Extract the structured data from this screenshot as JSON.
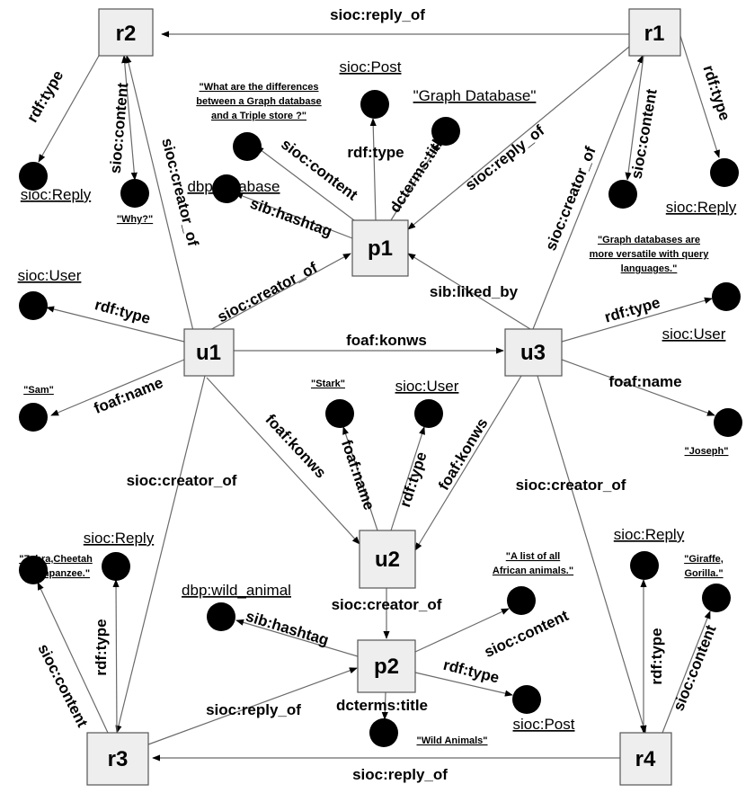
{
  "nodes": {
    "r2": "r2",
    "r1": "r1",
    "p1": "p1",
    "u1": "u1",
    "u3": "u3",
    "u2": "u2",
    "p2": "p2",
    "r3": "r3",
    "r4": "r4"
  },
  "edge_labels": {
    "r1_r2": "sioc:reply_of",
    "r2_type": "rdf:type",
    "r2_content": "sioc:content",
    "u1_r2": "sioc:creator_of",
    "p1_content": "sioc:content",
    "p1_type": "rdf:type",
    "p1_title": "dcterms:title",
    "p1_hashtag": "sib:hashtag",
    "p1_r1": "sioc:reply_of",
    "u3_r1": "sioc:creator_of",
    "r1_content": "sioc:content",
    "r1_type": "rdf:type",
    "u1_p1": "sioc:creator_of",
    "u3_p1": "sib:liked_by",
    "u1_type": "rdf:type",
    "u1_name": "foaf:name",
    "u1_u3": "foaf:konws",
    "u3_type": "rdf:type",
    "u3_name": "foaf:name",
    "u1_u2": "foaf:konws",
    "u2_name": "foaf:name",
    "u2_type": "rdf:type",
    "u3_u2": "foaf:konws",
    "u1_r3": "sioc:creator_of",
    "u3_r4": "sioc:creator_of",
    "u2_p2": "sioc:creator_of",
    "p2_hashtag": "sib:hashtag",
    "p2_content": "sioc:content",
    "p2_type": "rdf:type",
    "p2_title": "dcterms:title",
    "r3_p2": "sioc:reply_of",
    "r4_r3": "sioc:reply_of",
    "r3_content": "sioc:content",
    "r3_type": "rdf:type",
    "r4_type": "rdf:type",
    "r4_content": "sioc:content"
  },
  "resource_labels": {
    "r2_type": "sioc:Reply",
    "p1_type": "sioc:Post",
    "p1_hashtag": "dbp:database",
    "r1_type": "sioc:Reply",
    "u1_type": "sioc:User",
    "u3_type": "sioc:User",
    "u2_type": "sioc:User",
    "r3_type": "sioc:Reply",
    "p2_hashtag": "dbp:wild_animal",
    "r4_type": "sioc:Reply",
    "p2_type": "sioc:Post"
  },
  "literal_labels": {
    "r2_content": "\"Why?\"",
    "p1_content_line1": "\"What are the differences",
    "p1_content_line2": "between a Graph database",
    "p1_content_line3": "and a Triple store ?\"",
    "p1_title": "\"Graph Database\"",
    "r1_content_line1": "\"Graph databases are",
    "r1_content_line2": "more versatile with query",
    "r1_content_line3": "languages.\"",
    "u1_name": "\"Sam\"",
    "u2_name": "\"Stark\"",
    "u3_name": "\"Joseph\"",
    "r3_content_line1": "\"Zebra,Cheetah",
    "r3_content_line2": ",Chimpanzee.\"",
    "p2_content_line1": "\"A list of all",
    "p2_content_line2": "African animals.\"",
    "r4_content_line1": "\"Giraffe,",
    "r4_content_line2": "Gorilla.\"",
    "p2_title": "\"Wild Animals\""
  }
}
